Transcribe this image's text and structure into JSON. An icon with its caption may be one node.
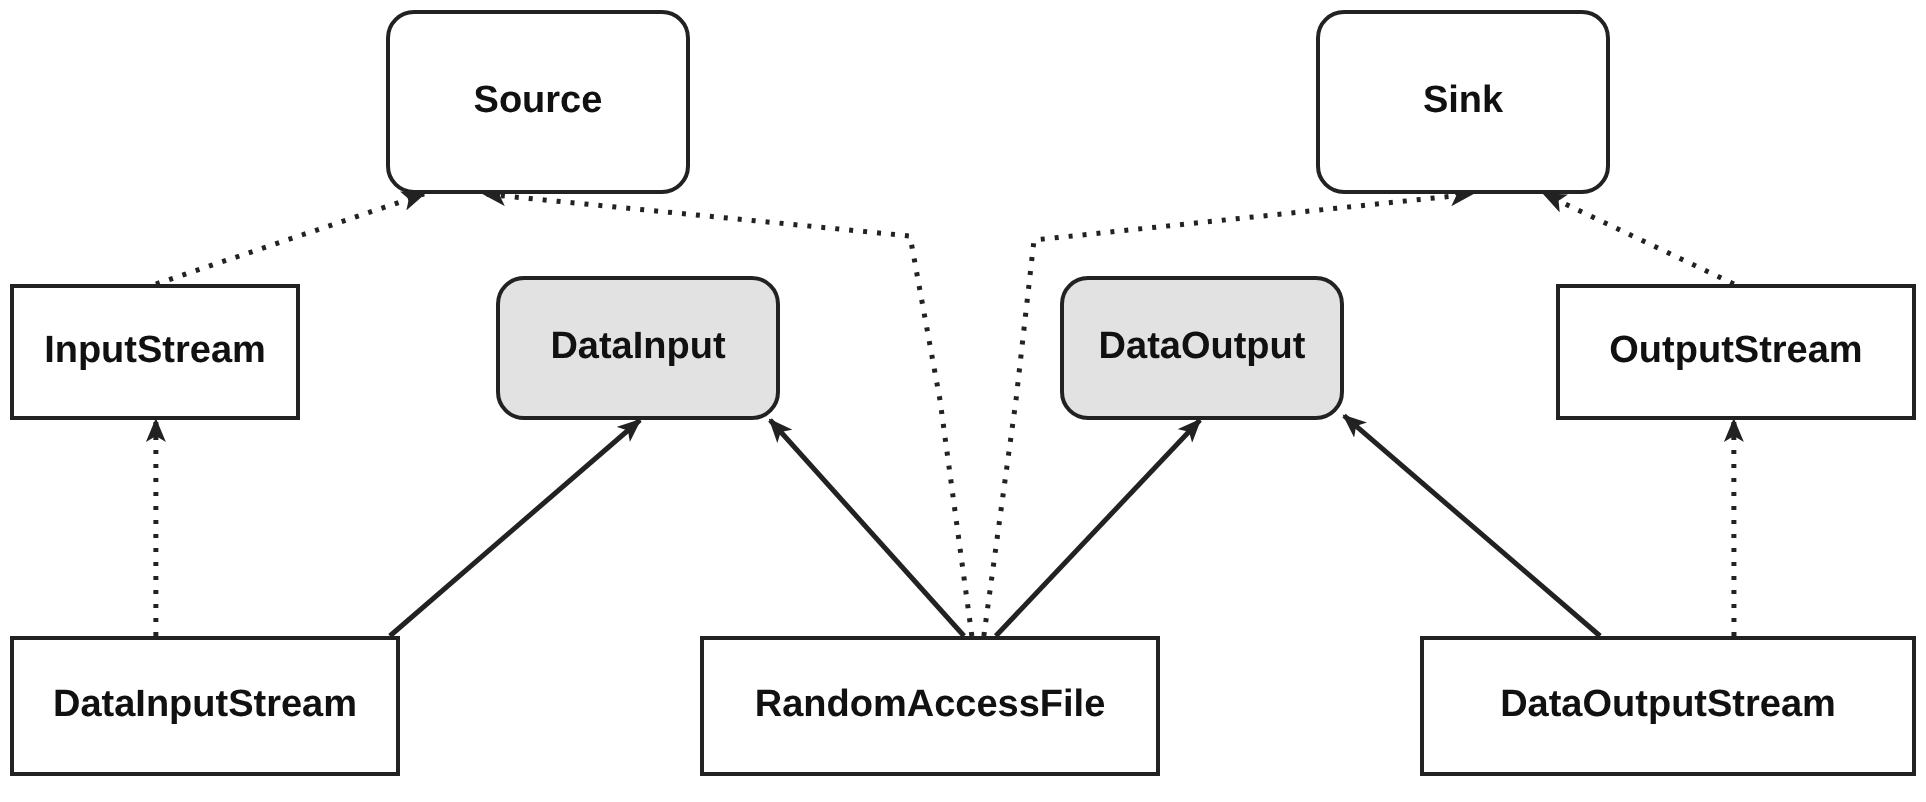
{
  "diagram": {
    "nodes": [
      {
        "text": [
          "Source"
        ]
      },
      {
        "text": [
          "Sink"
        ]
      },
      {
        "text": [
          "InputStream"
        ]
      },
      {
        "text": [
          "DataInput"
        ]
      },
      {
        "text": [
          "DataOutput"
        ]
      },
      {
        "text": [
          "OutputStream"
        ]
      },
      {
        "text": [
          "DataInputStream"
        ]
      },
      {
        "text": [
          "RandomAccessFile"
        ]
      },
      {
        "text": [
          "DataOutputStream"
        ]
      }
    ],
    "edges": [
      {
        "from": 2,
        "to": 0,
        "arrow": "to",
        "style": "dashed"
      },
      {
        "from": 7,
        "to": 0,
        "arrow": "to",
        "style": "dashed"
      },
      {
        "from": 7,
        "to": 1,
        "arrow": "to",
        "style": "dashed"
      },
      {
        "from": 5,
        "to": 1,
        "arrow": "to",
        "style": "dashed"
      },
      {
        "from": 6,
        "to": 2,
        "arrow": "to",
        "style": "dashed"
      },
      {
        "from": 6,
        "to": 3,
        "arrow": "to"
      },
      {
        "from": 7,
        "to": 3,
        "arrow": "to"
      },
      {
        "from": 7,
        "to": 4,
        "arrow": "to"
      },
      {
        "from": 8,
        "to": 4,
        "arrow": "to"
      },
      {
        "from": 8,
        "to": 5,
        "arrow": "to",
        "style": "dashed"
      }
    ]
  }
}
